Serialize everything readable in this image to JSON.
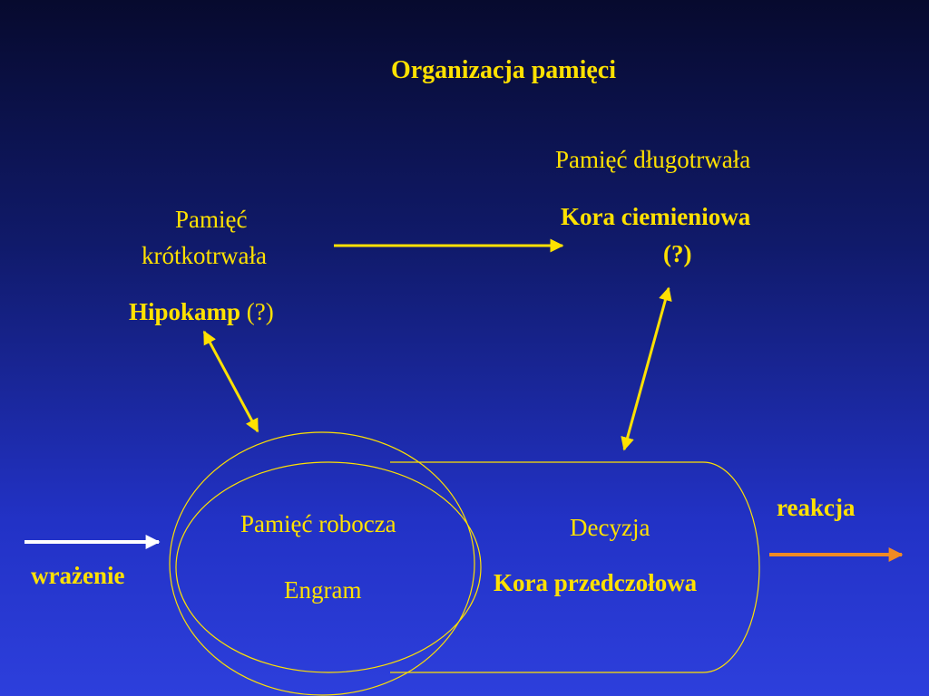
{
  "title": "Organizacja pamięci",
  "short_term": {
    "line1": "Pamięć",
    "line2": "krótkotrwała",
    "location": "Hipokamp",
    "question": "(?)"
  },
  "long_term": {
    "label": "Pamięć długotrwała",
    "location": "Kora ciemieniowa",
    "question": "(?)"
  },
  "working": {
    "label": "Pamięć robocza",
    "sub": "Engram"
  },
  "decision": {
    "label": "Decyzja",
    "location": "Kora przedczołowa"
  },
  "input": {
    "label": "wrażenie"
  },
  "output": {
    "label": "reakcja"
  },
  "colors": {
    "text": "#ffe100",
    "input_arrow": "#ffffff",
    "output_arrow": "#f08a24",
    "shape_outline": "#ffe100"
  }
}
